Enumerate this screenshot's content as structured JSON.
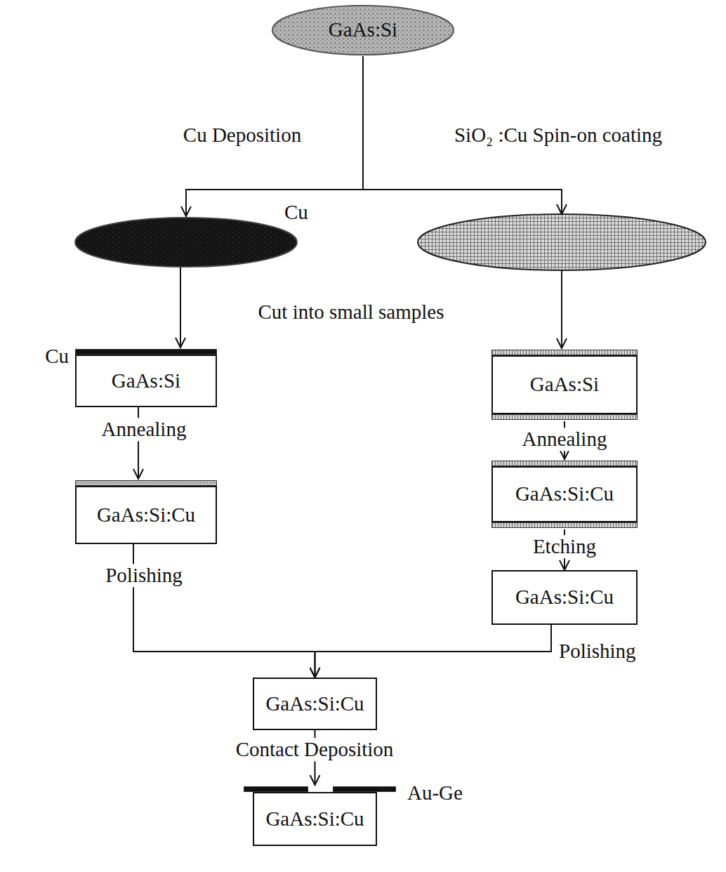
{
  "diagram": {
    "nodes": [
      {
        "text": [
          "GaAs:Si"
        ]
      },
      {
        "text": [
          "Cu"
        ]
      },
      {
        "text": [
          "GaAs:Si"
        ]
      },
      {
        "text": [
          "GaAs:Si:Cu"
        ]
      },
      {
        "text": [
          "GaAs:Si"
        ]
      },
      {
        "text": [
          "GaAs:Si:Cu"
        ]
      },
      {
        "text": [
          "GaAs:Si:Cu"
        ]
      },
      {
        "text": [
          "GaAs:Si:Cu"
        ]
      },
      {
        "text": [
          "GaAs:Si:Cu"
        ]
      }
    ],
    "edges": [
      {
        "from": 0,
        "to": 1,
        "arrow": "to",
        "label": "Cu Deposition"
      },
      {
        "from": 0,
        "to": 4,
        "arrow": "to",
        "label": "SiO₂ :Cu Spin-on coating"
      },
      {
        "from": 1,
        "to": 2,
        "arrow": "to"
      },
      {
        "from": 2,
        "to": 3,
        "arrow": "to",
        "label": "Annealing"
      },
      {
        "from": 4,
        "to": 5,
        "arrow": "to",
        "label": "Annealing"
      },
      {
        "from": 5,
        "to": 6,
        "arrow": "to",
        "label": "Etching"
      },
      {
        "from": 3,
        "to": 7,
        "arrow": "to",
        "label": "Polishing"
      },
      {
        "from": 6,
        "to": 7,
        "arrow": "to",
        "label": "Polishing"
      },
      {
        "from": 7,
        "to": 8,
        "arrow": "to",
        "label": "Contact Deposition"
      }
    ],
    "labels": [
      "Cut into small samples",
      "Cu",
      "Au-Ge"
    ]
  }
}
